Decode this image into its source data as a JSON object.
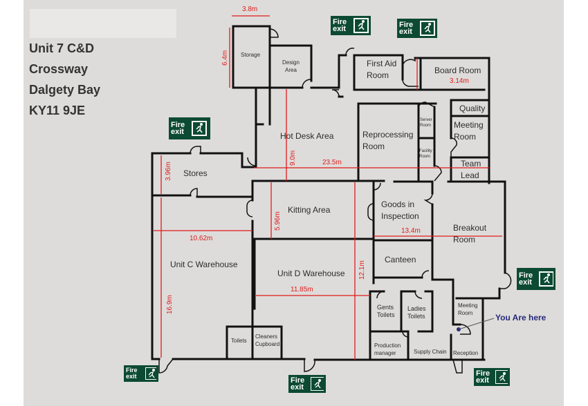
{
  "address": {
    "line1": "Unit 7  C&D",
    "line2": "Crossway",
    "line3": "Dalgety Bay",
    "line4": "KY11 9JE"
  },
  "rooms": {
    "storage": "Storage",
    "design_area": "Design\nArea",
    "first_aid": "First Aid\nRoom",
    "board_room": "Board Room",
    "quality": "Quality",
    "meeting_room_upper": "Meeting\nRoom",
    "team_lead": "Team\nLead",
    "hot_desk": "Hot Desk Area",
    "reprocessing": "Reprocessing\nRoom",
    "server_room": "Server\nRoom",
    "facility_room": "Facility\nRoom",
    "stores": "Stores",
    "kitting": "Kitting Area",
    "goods_in": "Goods in\nInspection",
    "breakout": "Breakout\nRoom",
    "canteen": "Canteen",
    "unit_c": "Unit C Warehouse",
    "unit_d": "Unit D Warehouse",
    "gents": "Gents\nToilets",
    "ladies": "Ladies\nToilets",
    "meeting_room_lower": "Meeting\nRoom",
    "production_manager": "Production\nmanager",
    "supply_chain": "Supply Chain",
    "reception": "Reception",
    "toilets": "Toilets",
    "cleaners": "Cleaners\nCupboard"
  },
  "dimensions": {
    "storage_width": "3.8m",
    "storage_height": "6.4m",
    "board_room": "3.14m",
    "hot_desk_height": "9.0m",
    "total_width": "23.5m",
    "stores_height": "3.96m",
    "kitting_height": "5.96m",
    "unit_c_width": "10.62m",
    "goods_in_breakout": "13.4m",
    "unit_d_height": "12.1m",
    "unit_d_width": "11.85m",
    "unit_c_height": "16.9m"
  },
  "fire_exit": {
    "line1": "Fire",
    "line2": "exit"
  },
  "you_are_here": "You Are here",
  "colors": {
    "paper": "#dedcda",
    "wall": "#111111",
    "dimension": "#e01b1b",
    "fire_exit_sign": "#0c4a33",
    "you_are_here": "#252a7a"
  }
}
